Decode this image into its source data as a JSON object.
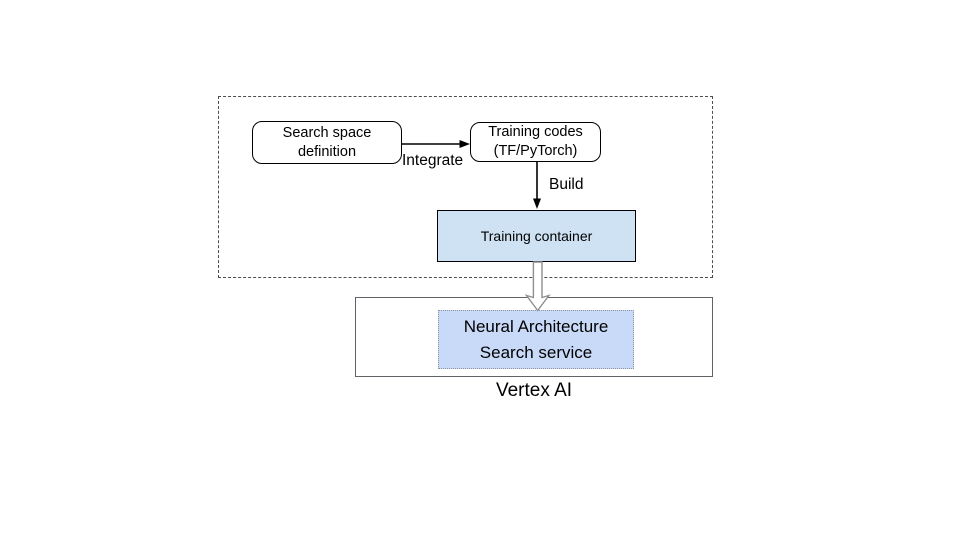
{
  "colors": {
    "dashed_border": "#4d4d4d",
    "vertex_border": "#5f6368",
    "training_container_fill": "#cfe2f3",
    "nas_fill": "#c9daf8",
    "nas_border": "#8d95a3",
    "solid_arrow": "#000000",
    "hollow_arrow_stroke": "#8f8f8f"
  },
  "workflow": {
    "search_space_box": {
      "line1": "Search space",
      "line2": "definition"
    },
    "training_codes_box": {
      "line1": "Training codes",
      "line2": "(TF/PyTorch)"
    },
    "integrate_label": "Integrate",
    "build_label": "Build",
    "training_container_box": {
      "label": "Training container"
    }
  },
  "vertex_ai": {
    "nas_service_box": {
      "line1": "Neural Architecture",
      "line2": "Search service"
    },
    "label": "Vertex AI"
  }
}
